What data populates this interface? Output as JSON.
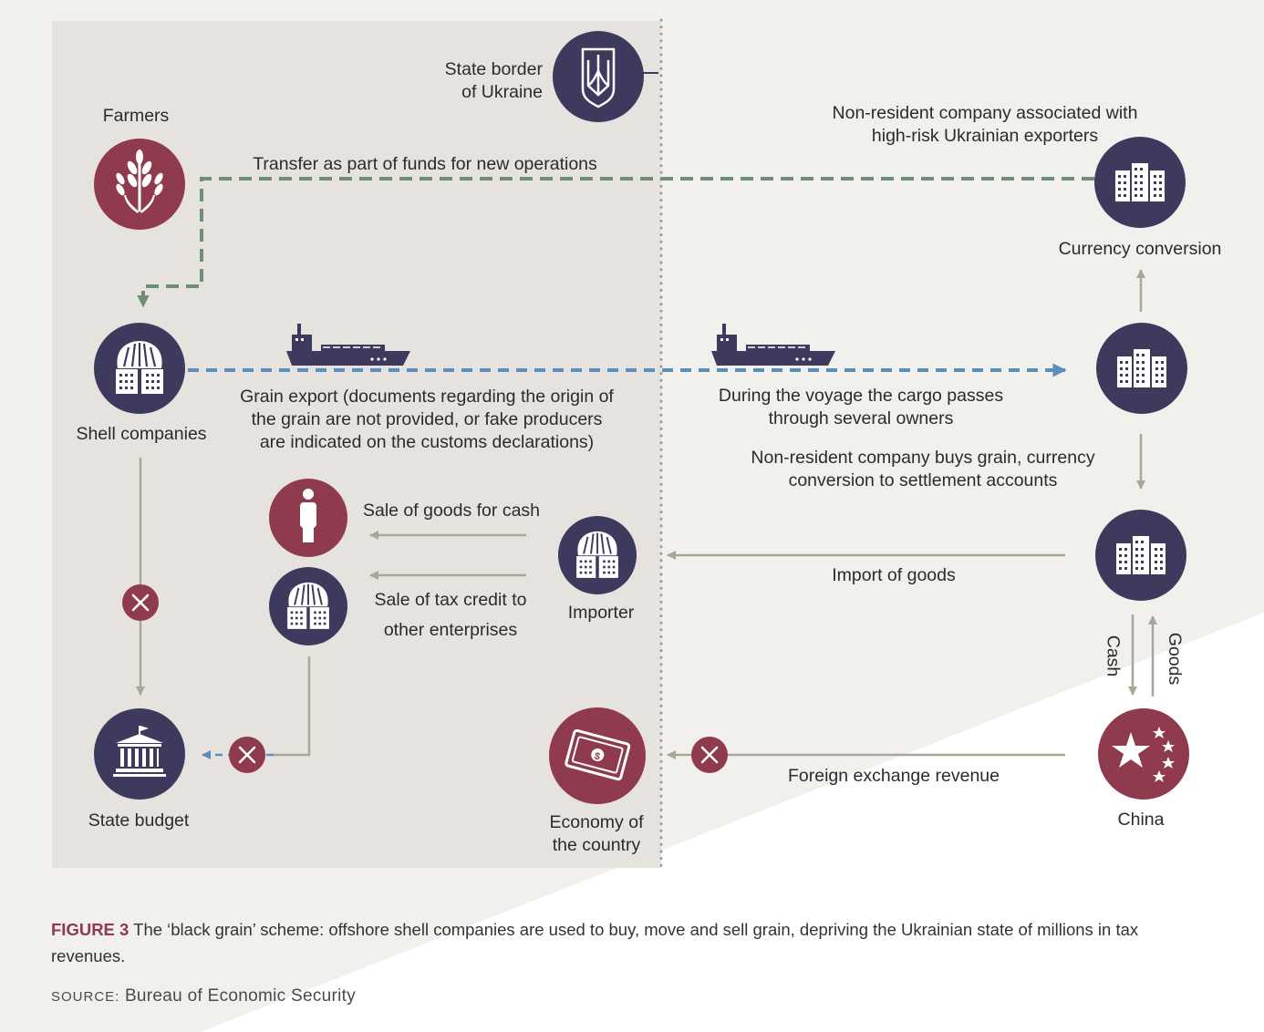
{
  "colors": {
    "navy": "#3e3a5e",
    "maroon": "#8f3a4d",
    "green_dashed": "#6e8e75",
    "blue_dashed": "#5a8fbc",
    "arrow_gray": "#a9a696",
    "panel_gray": "#e6e3de",
    "page_bg": "#f2f0ed"
  },
  "labels": {
    "state_border": "State border\nof Ukraine",
    "farmers": "Farmers",
    "nonresident_associated": "Non-resident company associated with\nhigh-risk Ukrainian exporters",
    "transfer_funds": "Transfer as part of funds for new operations",
    "currency_conversion": "Currency conversion",
    "shell_companies": "Shell companies",
    "grain_export": "Grain export (documents regarding the origin of\nthe grain are not provided, or fake producers\nare indicated on the customs declarations)",
    "voyage": "During the voyage the cargo passes\nthrough several owners",
    "nonresident_buys": "Non-resident company buys grain, currency\nconversion to settlement accounts",
    "sale_cash": "Sale of goods for cash",
    "sale_tax_credit": "Sale of tax credit to\nother enterprises",
    "importer": "Importer",
    "import_goods": "Import of goods",
    "cash": "Cash",
    "goods": "Goods",
    "state_budget": "State budget",
    "economy": "Economy of\nthe country",
    "foreign_exchange": "Foreign exchange revenue",
    "china": "China"
  },
  "icons": {
    "ukraine_emblem": "trident-emblem-icon",
    "farmers": "wheat-icon",
    "shell": "shell-company-icon",
    "company": "office-buildings-icon",
    "ship": "cargo-ship-icon",
    "person": "person-icon",
    "budget": "government-building-icon",
    "money": "banknote-icon",
    "china": "china-flag-stars-icon",
    "blocked": "cross-mark-icon"
  },
  "caption": {
    "figure_number": "FIGURE 3",
    "text": "The ‘black grain’ scheme: offshore shell companies are used to buy, move and sell grain, depriving the Ukrainian state of millions in tax revenues."
  },
  "source": {
    "key": "SOURCE:",
    "value": "Bureau of Economic Security"
  }
}
